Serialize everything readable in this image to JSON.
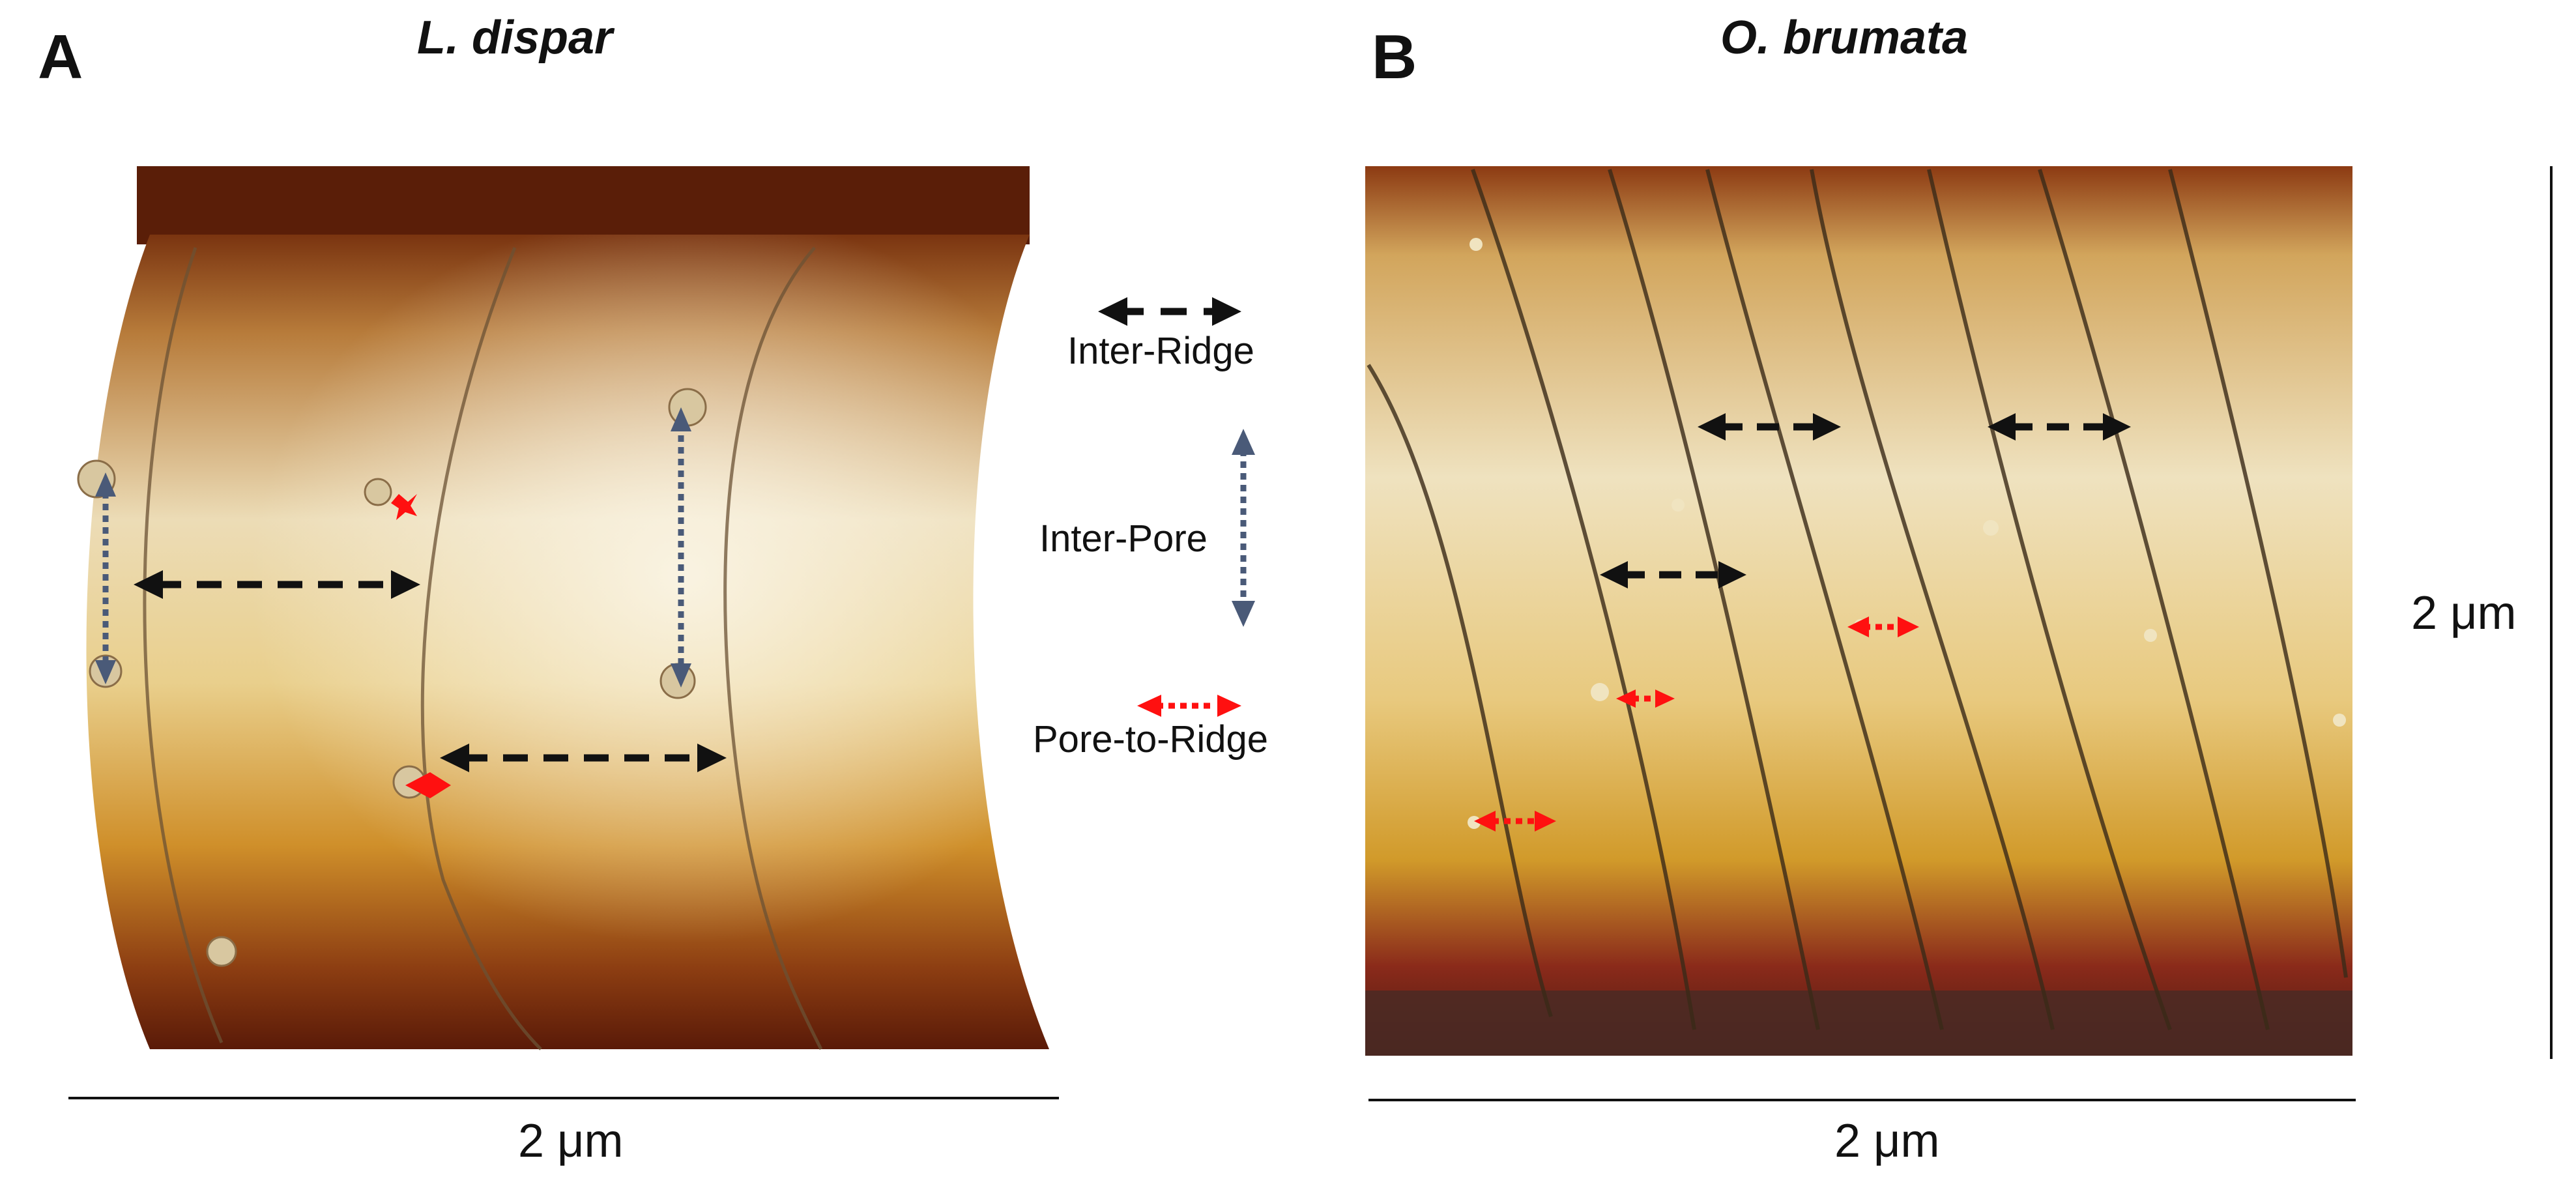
{
  "panel_a": {
    "letter": "A",
    "species": "L. dispar",
    "scale_bar": "2 μm"
  },
  "panel_b": {
    "letter": "B",
    "species": "O. brumata",
    "scale_bar_horizontal": "2 μm",
    "scale_bar_vertical": "2 μm"
  },
  "legend": {
    "inter_ridge": "Inter-Ridge",
    "inter_pore": "Inter-Pore",
    "pore_to_ridge": "Pore-to-Ridge"
  },
  "colors": {
    "inter_ridge_arrow": "#111111",
    "inter_pore_arrow": "#4a5a78",
    "pore_to_ridge_arrow": "#ff1010",
    "surface_light": "#f6efd9",
    "surface_mid": "#d9a640",
    "surface_dark": "#5a1a08"
  }
}
